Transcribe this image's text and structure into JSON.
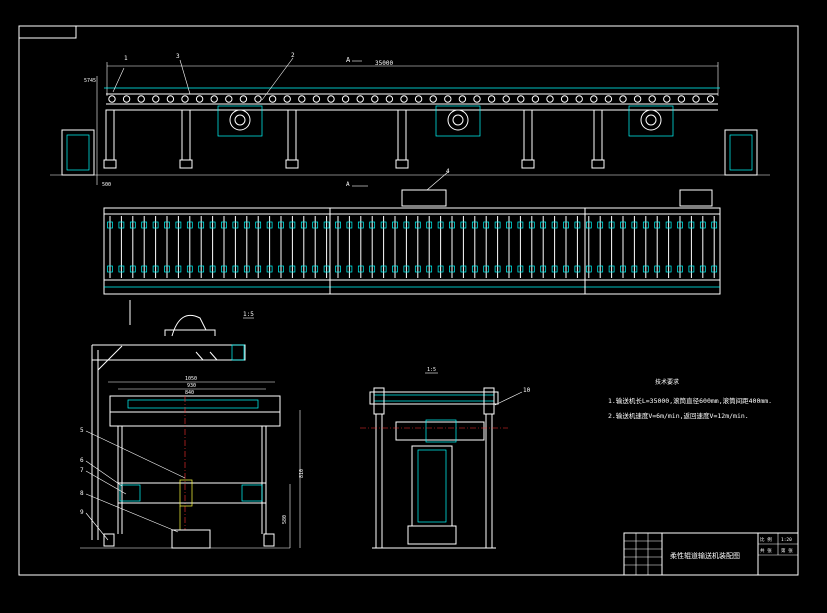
{
  "labels": {
    "dim_top": "35000",
    "dim_left_top": "5745",
    "dim_left_bottom": "500",
    "section_a_top": "A",
    "section_a_mid": "A",
    "section_a_scale": "1:5",
    "detail_scale": "1:5",
    "dim_1050": "1050",
    "dim_930": "930",
    "dim_840": "840",
    "dim_right_v": "810",
    "dim_right_v2": "580",
    "parts": [
      "1",
      "2",
      "3",
      "4",
      "5",
      "6",
      "7",
      "8",
      "9",
      "10"
    ]
  },
  "notes": {
    "title": "技术要求",
    "line1": "1.输送机长L=35000,滚筒直径600mm,滚筒间距400mm.",
    "line2": "2.输送机速度V=6m/min,返回速度V=12m/min."
  },
  "title_block": {
    "drawing_name": "柔性辊道输送机装配图",
    "cell_a": "比 例",
    "cell_b": "1:20",
    "cell_c": "共 张",
    "cell_d": "第 张"
  }
}
